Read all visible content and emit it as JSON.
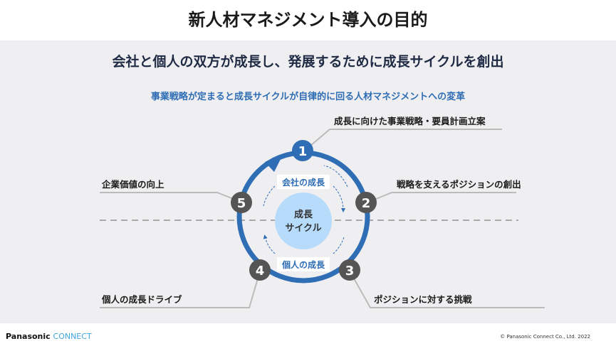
{
  "title": "新人材マネジメント導入の目的",
  "subtitle": "会社と個人の双方が成長し、発展するために成長サイクルを創出",
  "lead": "事業戦略が定まると成長サイクルが自律的に回る人材マネジメントへの変革",
  "cycle": {
    "center_line1": "成長",
    "center_line2": "サイクル",
    "upper_label": "会社の成長",
    "lower_label": "個人の成長",
    "steps": [
      {
        "num": "1",
        "label": "成長に向けた事業戦略・要員計画立案"
      },
      {
        "num": "2",
        "label": "戦略を支えるポジションの創出"
      },
      {
        "num": "3",
        "label": "ポジションに対する挑戦"
      },
      {
        "num": "4",
        "label": "個人の成長ドライブ"
      },
      {
        "num": "5",
        "label": "企業価値の向上"
      }
    ]
  },
  "colors": {
    "accent": "#2f6db5",
    "node_gray": "#555555",
    "center": "#b7dcfb"
  },
  "footer": {
    "brand": "Panasonic",
    "brand_sub": "CONNECT",
    "copyright": "© Panasonic Connect Co., Ltd. 2022"
  }
}
